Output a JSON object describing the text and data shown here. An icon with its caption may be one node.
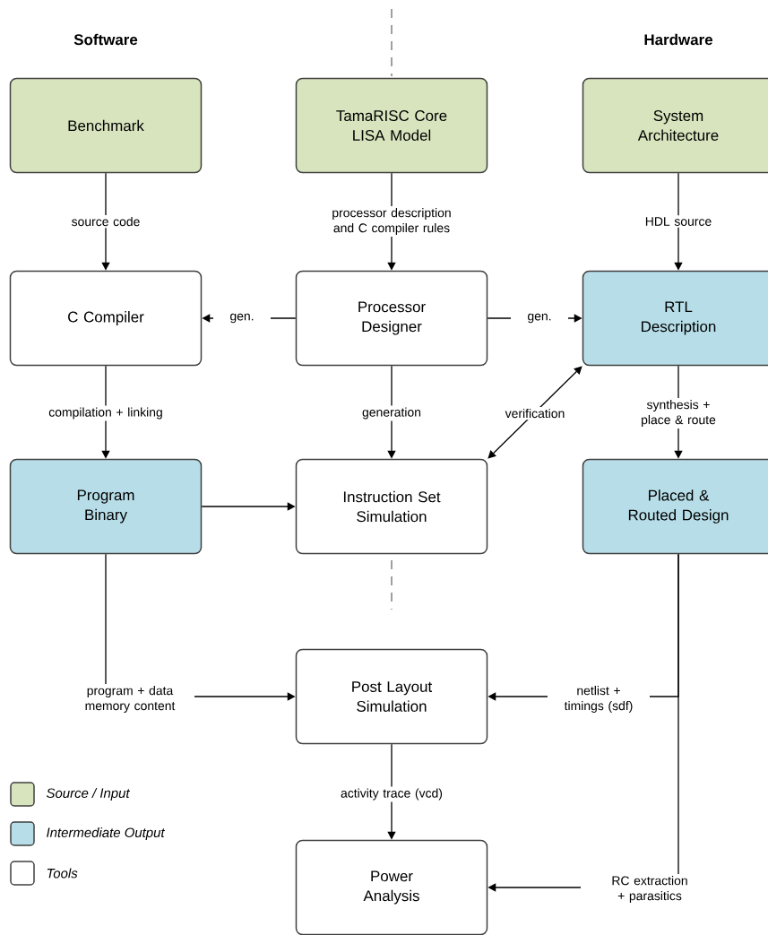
{
  "diagram": {
    "nodes": [
      {
        "text": [
          "Benchmark"
        ]
      },
      {
        "text": [
          "TamaRISC Core LISA Model"
        ]
      },
      {
        "text": [
          "System Architecture"
        ]
      },
      {
        "text": [
          "C Compiler"
        ]
      },
      {
        "text": [
          "Processor Designer"
        ]
      },
      {
        "text": [
          "RTL Description"
        ]
      },
      {
        "text": [
          "Program Binary"
        ]
      },
      {
        "text": [
          "Instruction Set Simulation"
        ]
      },
      {
        "text": [
          "Placed & Routed Design"
        ]
      },
      {
        "text": [
          "Post Layout Simulation"
        ]
      },
      {
        "text": [
          "Power Analysis"
        ]
      }
    ],
    "edges": [
      {
        "from": 0,
        "to": 3,
        "arrow": "to",
        "label": "source code"
      },
      {
        "from": 1,
        "to": 4,
        "arrow": "to",
        "label": "processor description and C compiler rules"
      },
      {
        "from": 2,
        "to": 5,
        "arrow": "to",
        "label": "HDL source"
      },
      {
        "from": 4,
        "to": 3,
        "arrow": "to",
        "label": "gen."
      },
      {
        "from": 4,
        "to": 5,
        "arrow": "to",
        "label": "gen."
      },
      {
        "from": 3,
        "to": 6,
        "arrow": "to",
        "label": "compilation + linking"
      },
      {
        "from": 4,
        "to": 7,
        "arrow": "to",
        "label": "generation"
      },
      {
        "from": 5,
        "to": 7,
        "arrow": "both",
        "label": "verification"
      },
      {
        "from": 5,
        "to": 8,
        "arrow": "to",
        "label": "synthesis + place & route"
      },
      {
        "from": 6,
        "to": 7,
        "arrow": "to"
      },
      {
        "from": 6,
        "to": 9,
        "arrow": "to",
        "label": "program + data memory content"
      },
      {
        "from": 8,
        "to": 9,
        "arrow": "to",
        "label": "netlist + timings (sdf)"
      },
      {
        "from": 8,
        "to": 10,
        "arrow": "to",
        "label": "RC extraction + parasitics"
      },
      {
        "from": 9,
        "to": 10,
        "arrow": "to",
        "label": "activity trace (vcd)"
      }
    ],
    "labels": [
      "Software",
      "Hardware"
    ],
    "legend": [
      {
        "text": "Source / Input",
        "color": "#d7e4bd"
      },
      {
        "text": "Intermediate Output",
        "color": "#b7dee8"
      },
      {
        "text": "Tools"
      }
    ]
  }
}
